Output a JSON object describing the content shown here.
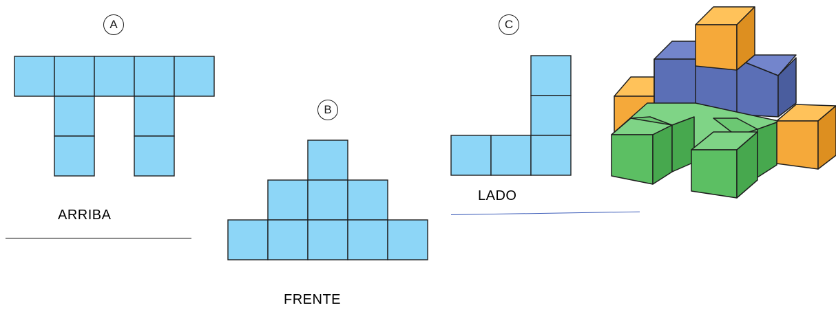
{
  "views": {
    "a": {
      "letter": "A",
      "caption": "ARRIBA"
    },
    "b": {
      "letter": "B",
      "caption": "FRENTE"
    },
    "c": {
      "letter": "C",
      "caption": "LADO"
    }
  },
  "colors": {
    "view_fill": "#8dd6f7",
    "cube_green": "#5cbf63",
    "cube_blue": "#5b6fb6",
    "cube_orange": "#f5a93a",
    "rule_black": "#000000",
    "rule_blue": "#3b5bb8"
  }
}
